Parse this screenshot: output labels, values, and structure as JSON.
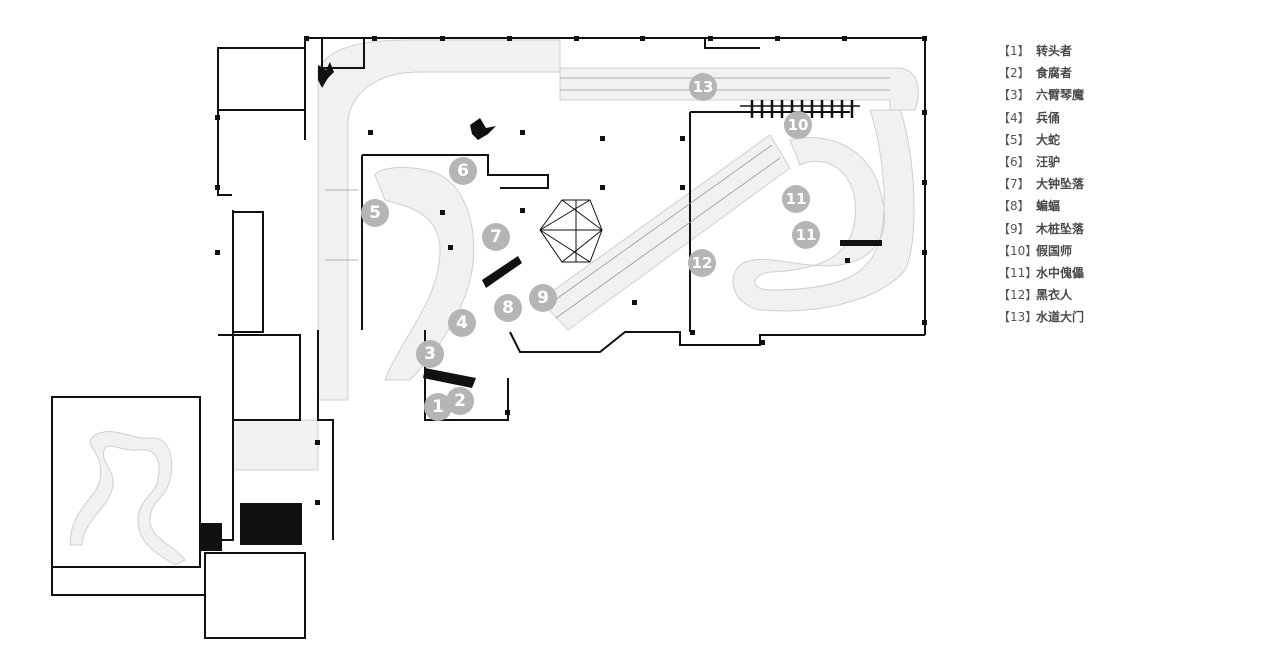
{
  "colors": {
    "wall": "#111111",
    "walkway": "#f1f1f1",
    "marker": "#b5b5b5",
    "marker_text": "#ffffff",
    "legend_text": "#555555"
  },
  "markers": [
    {
      "id": "1",
      "label": "1"
    },
    {
      "id": "2",
      "label": "2"
    },
    {
      "id": "3",
      "label": "3"
    },
    {
      "id": "4",
      "label": "4"
    },
    {
      "id": "5",
      "label": "5"
    },
    {
      "id": "6",
      "label": "6"
    },
    {
      "id": "7",
      "label": "7"
    },
    {
      "id": "8",
      "label": "8"
    },
    {
      "id": "9",
      "label": "9"
    },
    {
      "id": "10",
      "label": "10"
    },
    {
      "id": "11a",
      "label": "11"
    },
    {
      "id": "11b",
      "label": "11"
    },
    {
      "id": "12",
      "label": "12"
    },
    {
      "id": "13",
      "label": "13"
    }
  ],
  "legend": [
    {
      "index": "【1】",
      "label": "转头者"
    },
    {
      "index": "【2】",
      "label": "食腐者"
    },
    {
      "index": "【3】",
      "label": "六臂琴魔"
    },
    {
      "index": "【4】",
      "label": "兵俑"
    },
    {
      "index": "【5】",
      "label": "大蛇"
    },
    {
      "index": "【6】",
      "label": "汪驴"
    },
    {
      "index": "【7】",
      "label": "大钟坠落"
    },
    {
      "index": "【8】",
      "label": "蝙蝠"
    },
    {
      "index": "【9】",
      "label": "木桩坠落"
    },
    {
      "index": "【10】",
      "label": "假国师"
    },
    {
      "index": "【11】",
      "label": "水中傀儡"
    },
    {
      "index": "【12】",
      "label": "黑衣人"
    },
    {
      "index": "【13】",
      "label": "水道大门"
    }
  ]
}
